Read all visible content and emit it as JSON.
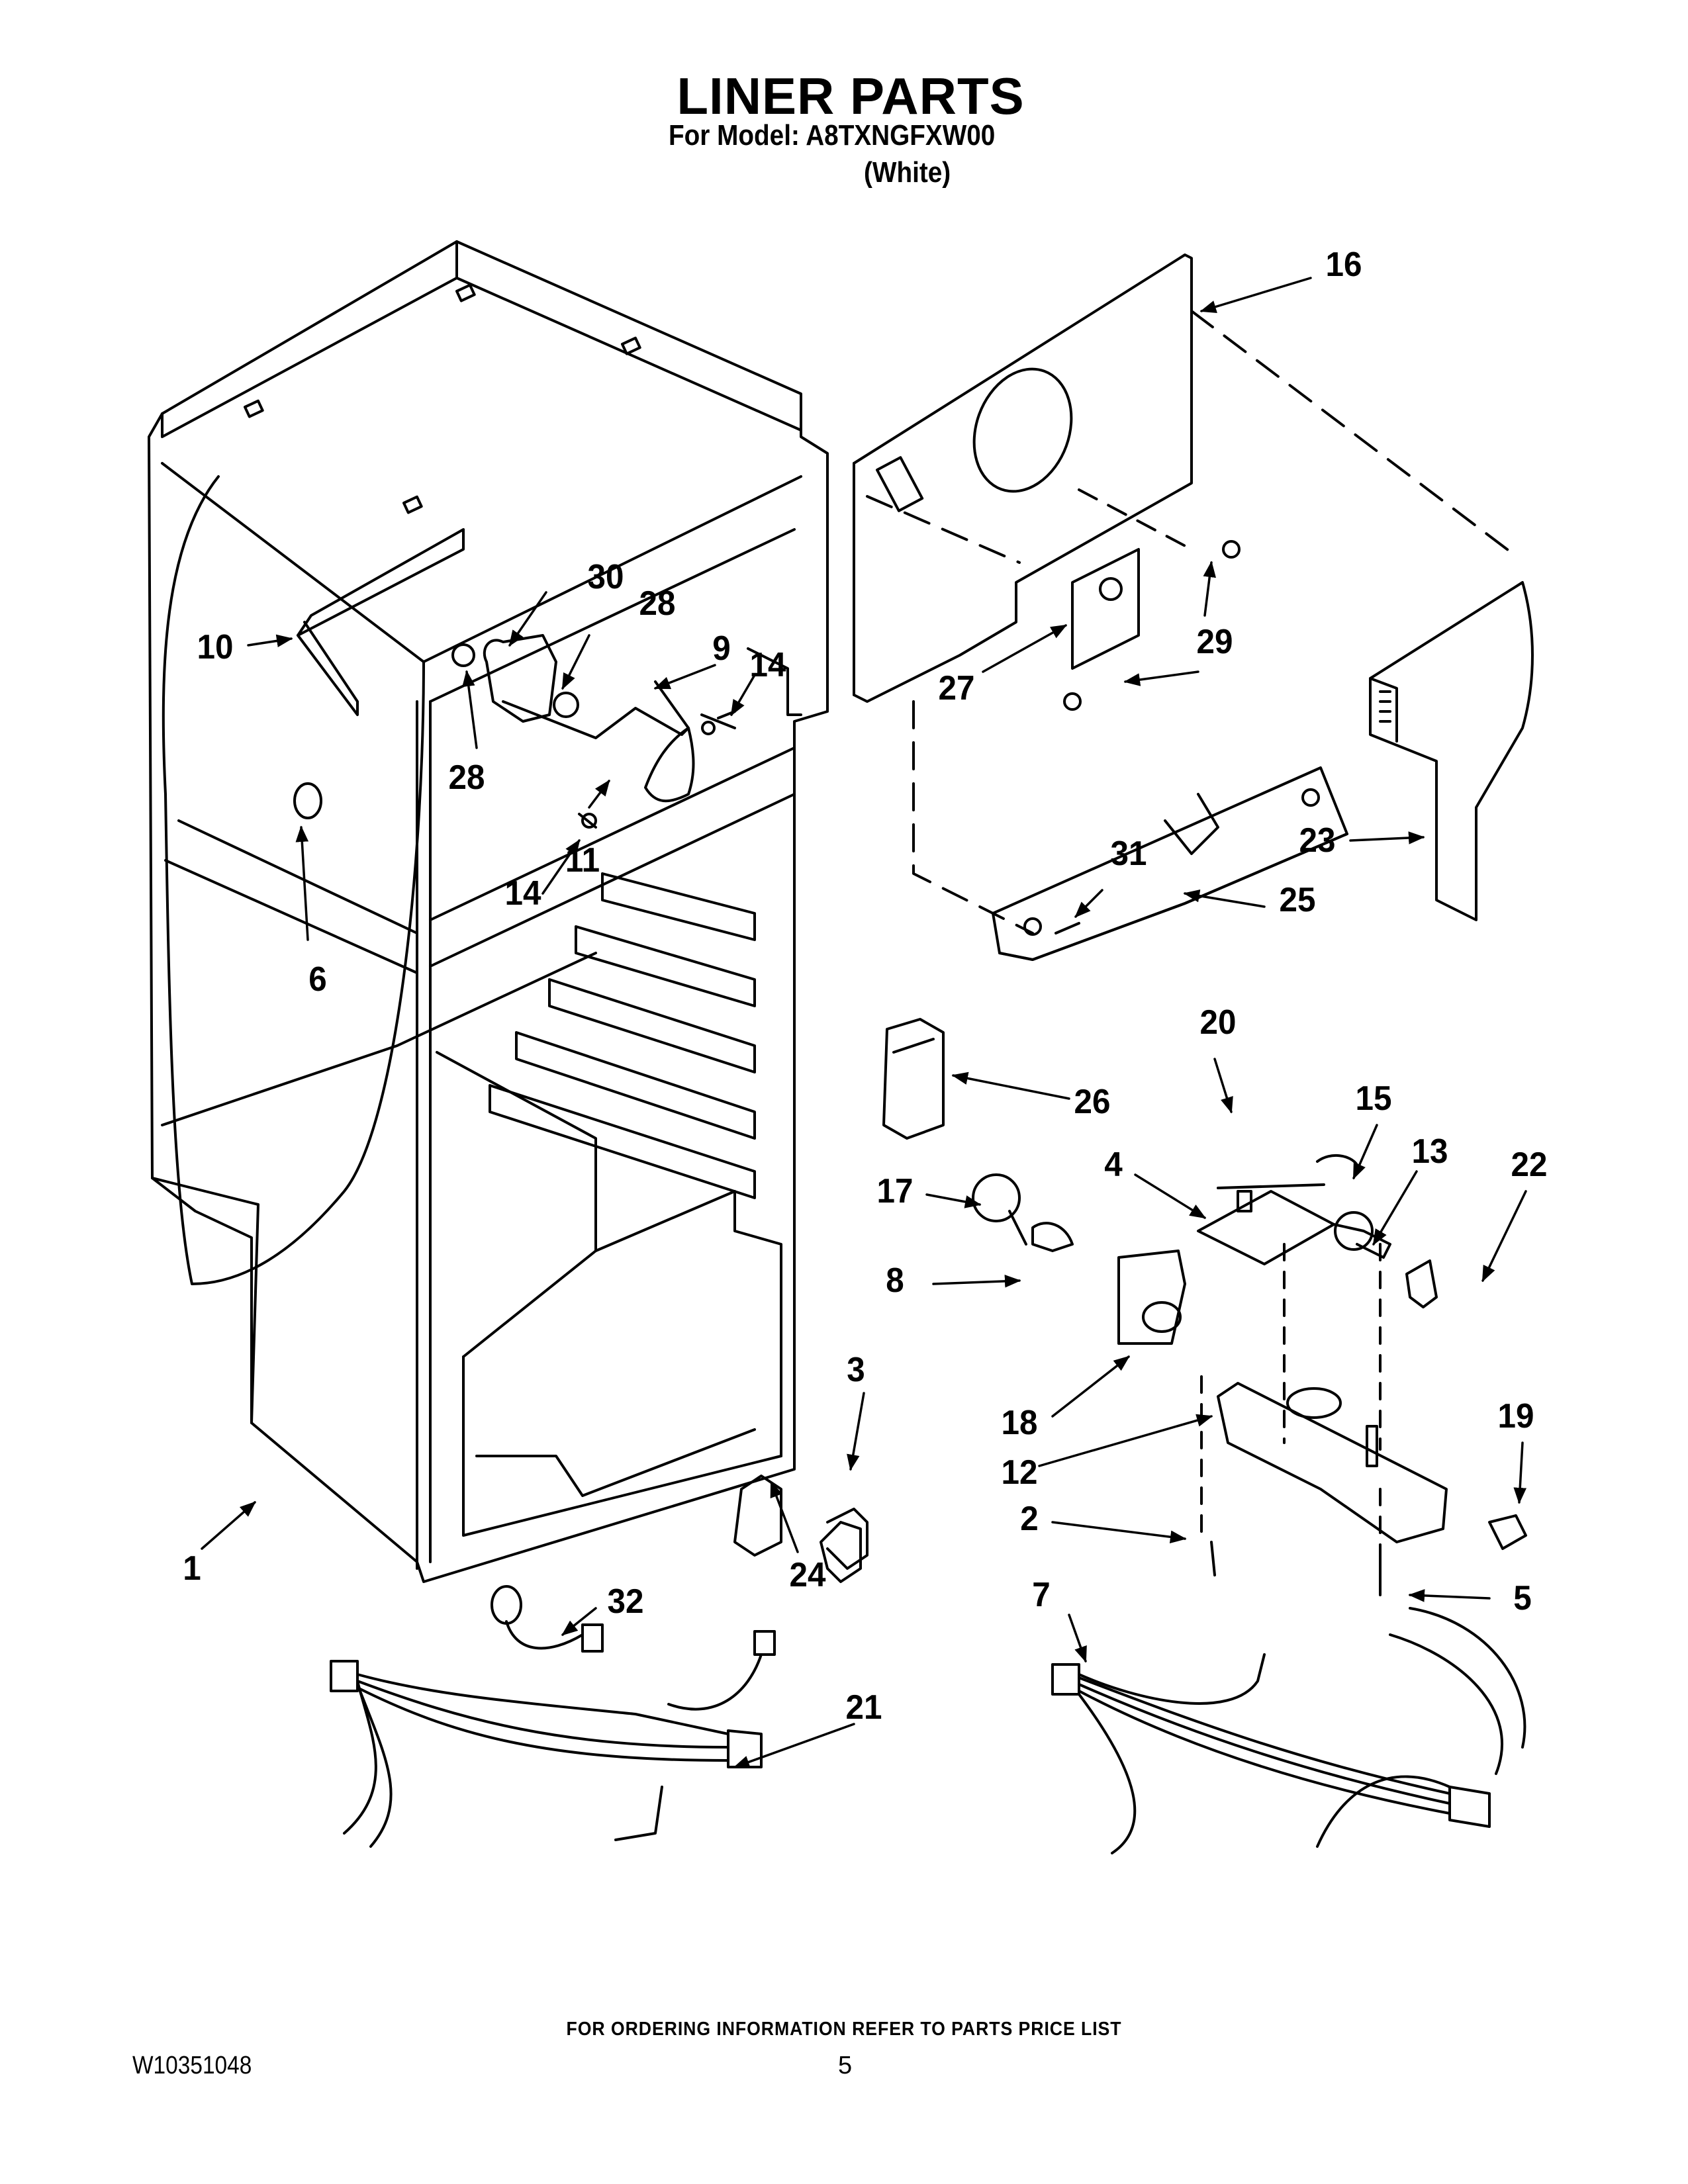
{
  "header": {
    "title": "LINER PARTS",
    "model_line": "For Model: A8TXNGFXW00",
    "color": "(White)"
  },
  "diagram": {
    "subject": "Refrigerator liner parts exploded view",
    "callouts": [
      {
        "id": "1",
        "label": "1"
      },
      {
        "id": "2",
        "label": "2"
      },
      {
        "id": "3",
        "label": "3"
      },
      {
        "id": "4",
        "label": "4"
      },
      {
        "id": "5",
        "label": "5"
      },
      {
        "id": "6",
        "label": "6"
      },
      {
        "id": "7",
        "label": "7"
      },
      {
        "id": "8",
        "label": "8"
      },
      {
        "id": "9",
        "label": "9"
      },
      {
        "id": "10",
        "label": "10"
      },
      {
        "id": "11",
        "label": "11"
      },
      {
        "id": "12",
        "label": "12"
      },
      {
        "id": "13",
        "label": "13"
      },
      {
        "id": "14a",
        "label": "14"
      },
      {
        "id": "14b",
        "label": "14"
      },
      {
        "id": "15",
        "label": "15"
      },
      {
        "id": "16",
        "label": "16"
      },
      {
        "id": "17",
        "label": "17"
      },
      {
        "id": "18",
        "label": "18"
      },
      {
        "id": "19",
        "label": "19"
      },
      {
        "id": "20",
        "label": "20"
      },
      {
        "id": "21",
        "label": "21"
      },
      {
        "id": "22",
        "label": "22"
      },
      {
        "id": "23",
        "label": "23"
      },
      {
        "id": "24",
        "label": "24"
      },
      {
        "id": "25",
        "label": "25"
      },
      {
        "id": "26",
        "label": "26"
      },
      {
        "id": "27",
        "label": "27"
      },
      {
        "id": "28a",
        "label": "28"
      },
      {
        "id": "28b",
        "label": "28"
      },
      {
        "id": "29a",
        "label": "29"
      },
      {
        "id": "29b",
        "label": "29"
      },
      {
        "id": "30",
        "label": "30"
      },
      {
        "id": "31",
        "label": "31"
      },
      {
        "id": "32",
        "label": "32"
      }
    ]
  },
  "footer": {
    "note": "FOR ORDERING INFORMATION REFER TO PARTS PRICE LIST",
    "document_number": "W10351048",
    "page_number": "5"
  }
}
